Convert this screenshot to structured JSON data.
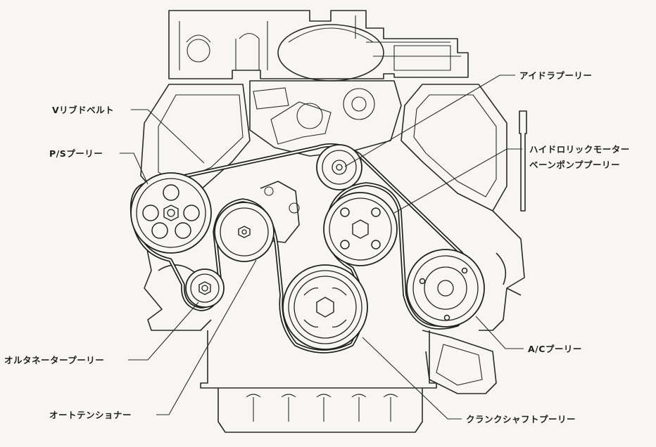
{
  "labels": {
    "v_ribbed_belt": "Vリブドベルト",
    "ps_pulley": "P/Sプーリー",
    "idler_pulley": "アイドラプーリー",
    "hydraulic_motor_line1": "ハイドロリックモーター",
    "hydraulic_motor_line2": "ベーンポンププーリー",
    "alternator_pulley": "オルタネータープーリー",
    "auto_tensioner": "オートテンショナー",
    "ac_pulley": "A/Cプーリー",
    "crankshaft_pulley": "クランクシャフトプーリー"
  }
}
